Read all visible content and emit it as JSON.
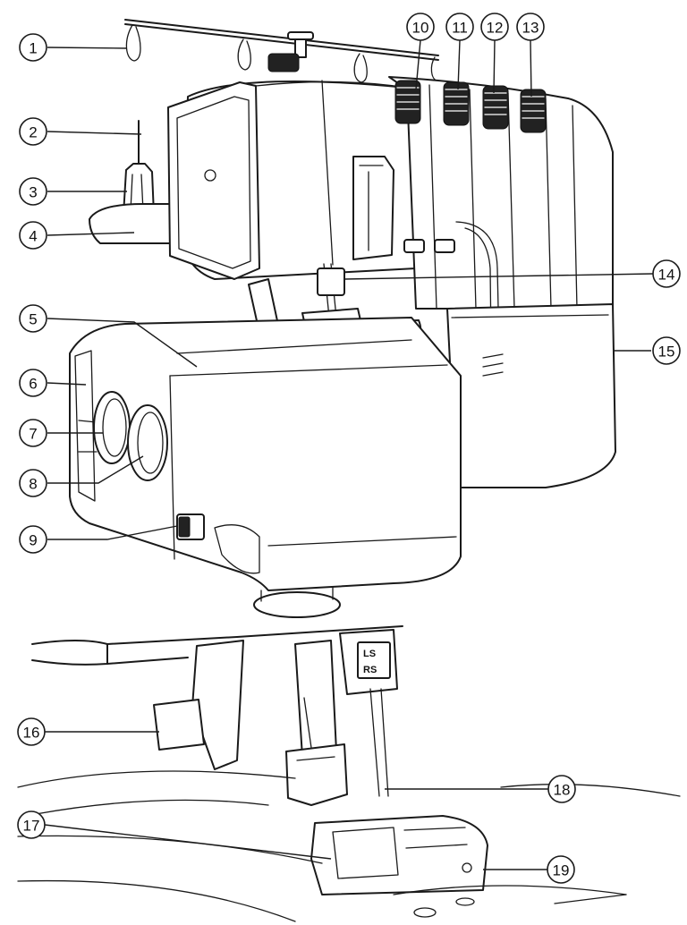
{
  "callouts": [
    {
      "id": "1",
      "label": "1"
    },
    {
      "id": "2",
      "label": "2"
    },
    {
      "id": "3",
      "label": "3"
    },
    {
      "id": "4",
      "label": "4"
    },
    {
      "id": "5",
      "label": "5"
    },
    {
      "id": "6",
      "label": "6"
    },
    {
      "id": "7",
      "label": "7"
    },
    {
      "id": "8",
      "label": "8"
    },
    {
      "id": "9",
      "label": "9"
    },
    {
      "id": "10",
      "label": "10"
    },
    {
      "id": "11",
      "label": "11"
    },
    {
      "id": "12",
      "label": "12"
    },
    {
      "id": "13",
      "label": "13"
    },
    {
      "id": "14",
      "label": "14"
    },
    {
      "id": "15",
      "label": "15"
    },
    {
      "id": "16",
      "label": "16"
    },
    {
      "id": "17",
      "label": "17"
    },
    {
      "id": "18",
      "label": "18"
    },
    {
      "id": "19",
      "label": "19"
    }
  ],
  "needle_clamp_marks": {
    "left": "LS",
    "right": "RS"
  }
}
